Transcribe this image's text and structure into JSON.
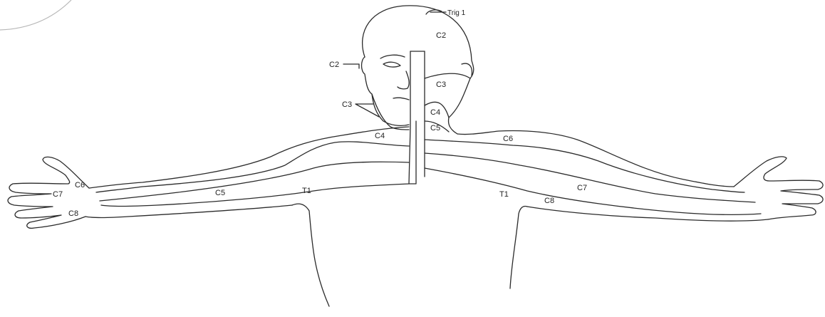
{
  "labels": {
    "trig1": "Trig 1",
    "c2_top": "C2",
    "c2_left": "C2",
    "c3_right": "C3",
    "c3_left": "C3",
    "c4_right": "C4",
    "c4_left": "C4",
    "c5_right": "C5",
    "c6_right": "C6",
    "c6_left": "C6",
    "c7_left": "C7",
    "c5_left": "C5",
    "t1_left": "T1",
    "c8_left": "C8",
    "c7_right": "C7",
    "t1_right": "T1",
    "c8_right": "C8"
  }
}
